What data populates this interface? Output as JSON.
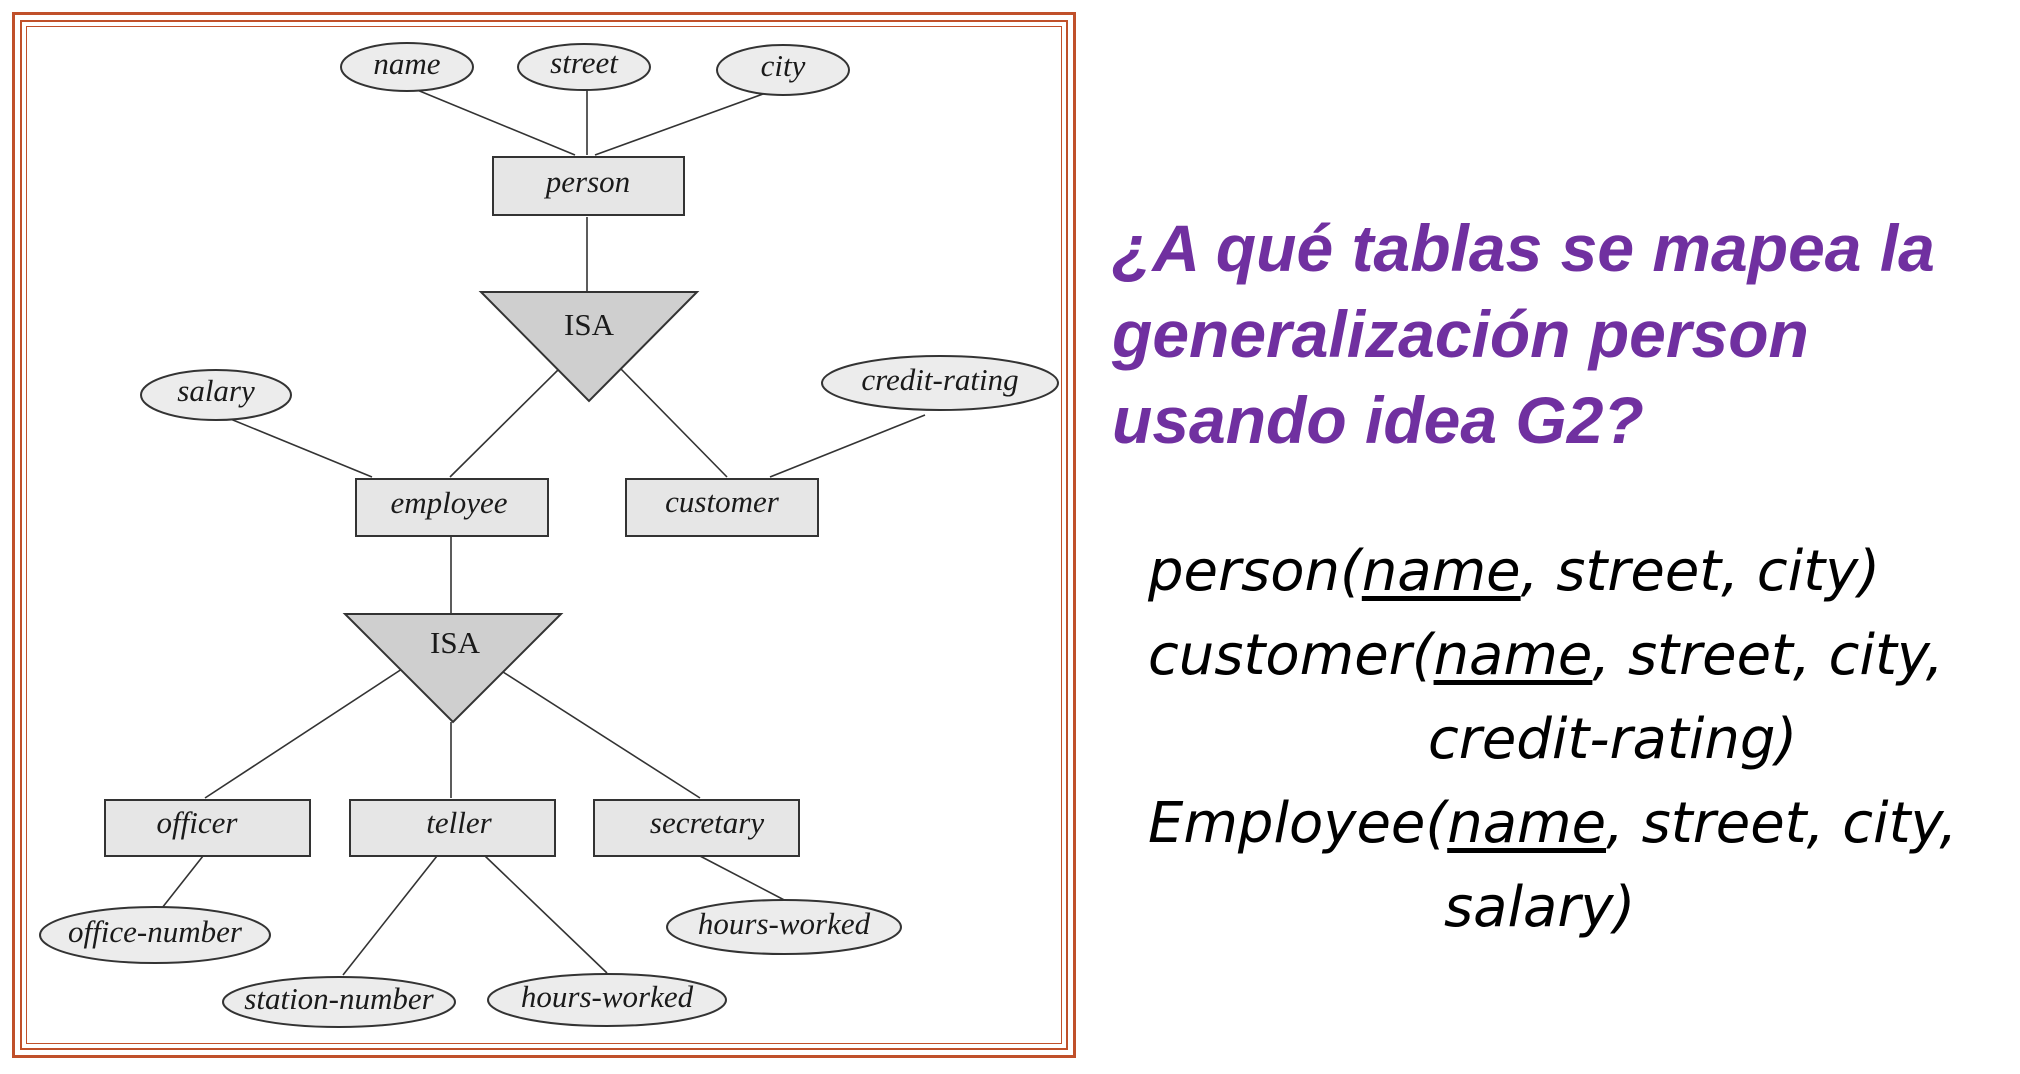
{
  "diagram": {
    "entities": {
      "person": "person",
      "employee": "employee",
      "customer": "customer",
      "officer": "officer",
      "teller": "teller",
      "secretary": "secretary"
    },
    "attributes": {
      "name": "name",
      "street": "street",
      "city": "city",
      "salary": "salary",
      "credit_rating": "credit-rating",
      "office_number": "office-number",
      "station_number": "station-number",
      "hours_worked_teller": "hours-worked",
      "hours_worked_secretary": "hours-worked"
    },
    "isa_top": "ISA",
    "isa_bottom": "ISA"
  },
  "question": {
    "line1": "¿A qué tablas se mapea  la",
    "line2": "generalización person",
    "line3": "usando idea G2?"
  },
  "answer": {
    "person": {
      "name": "person(",
      "key": "name",
      "rest": ", street, city)"
    },
    "customer": {
      "name": "customer(",
      "key": "name",
      "rest": ",  street, city,",
      "cont": "credit-rating)"
    },
    "employee": {
      "name": "Employee(",
      "key": "name",
      "rest": ", street, city,",
      "cont": "salary)"
    }
  }
}
